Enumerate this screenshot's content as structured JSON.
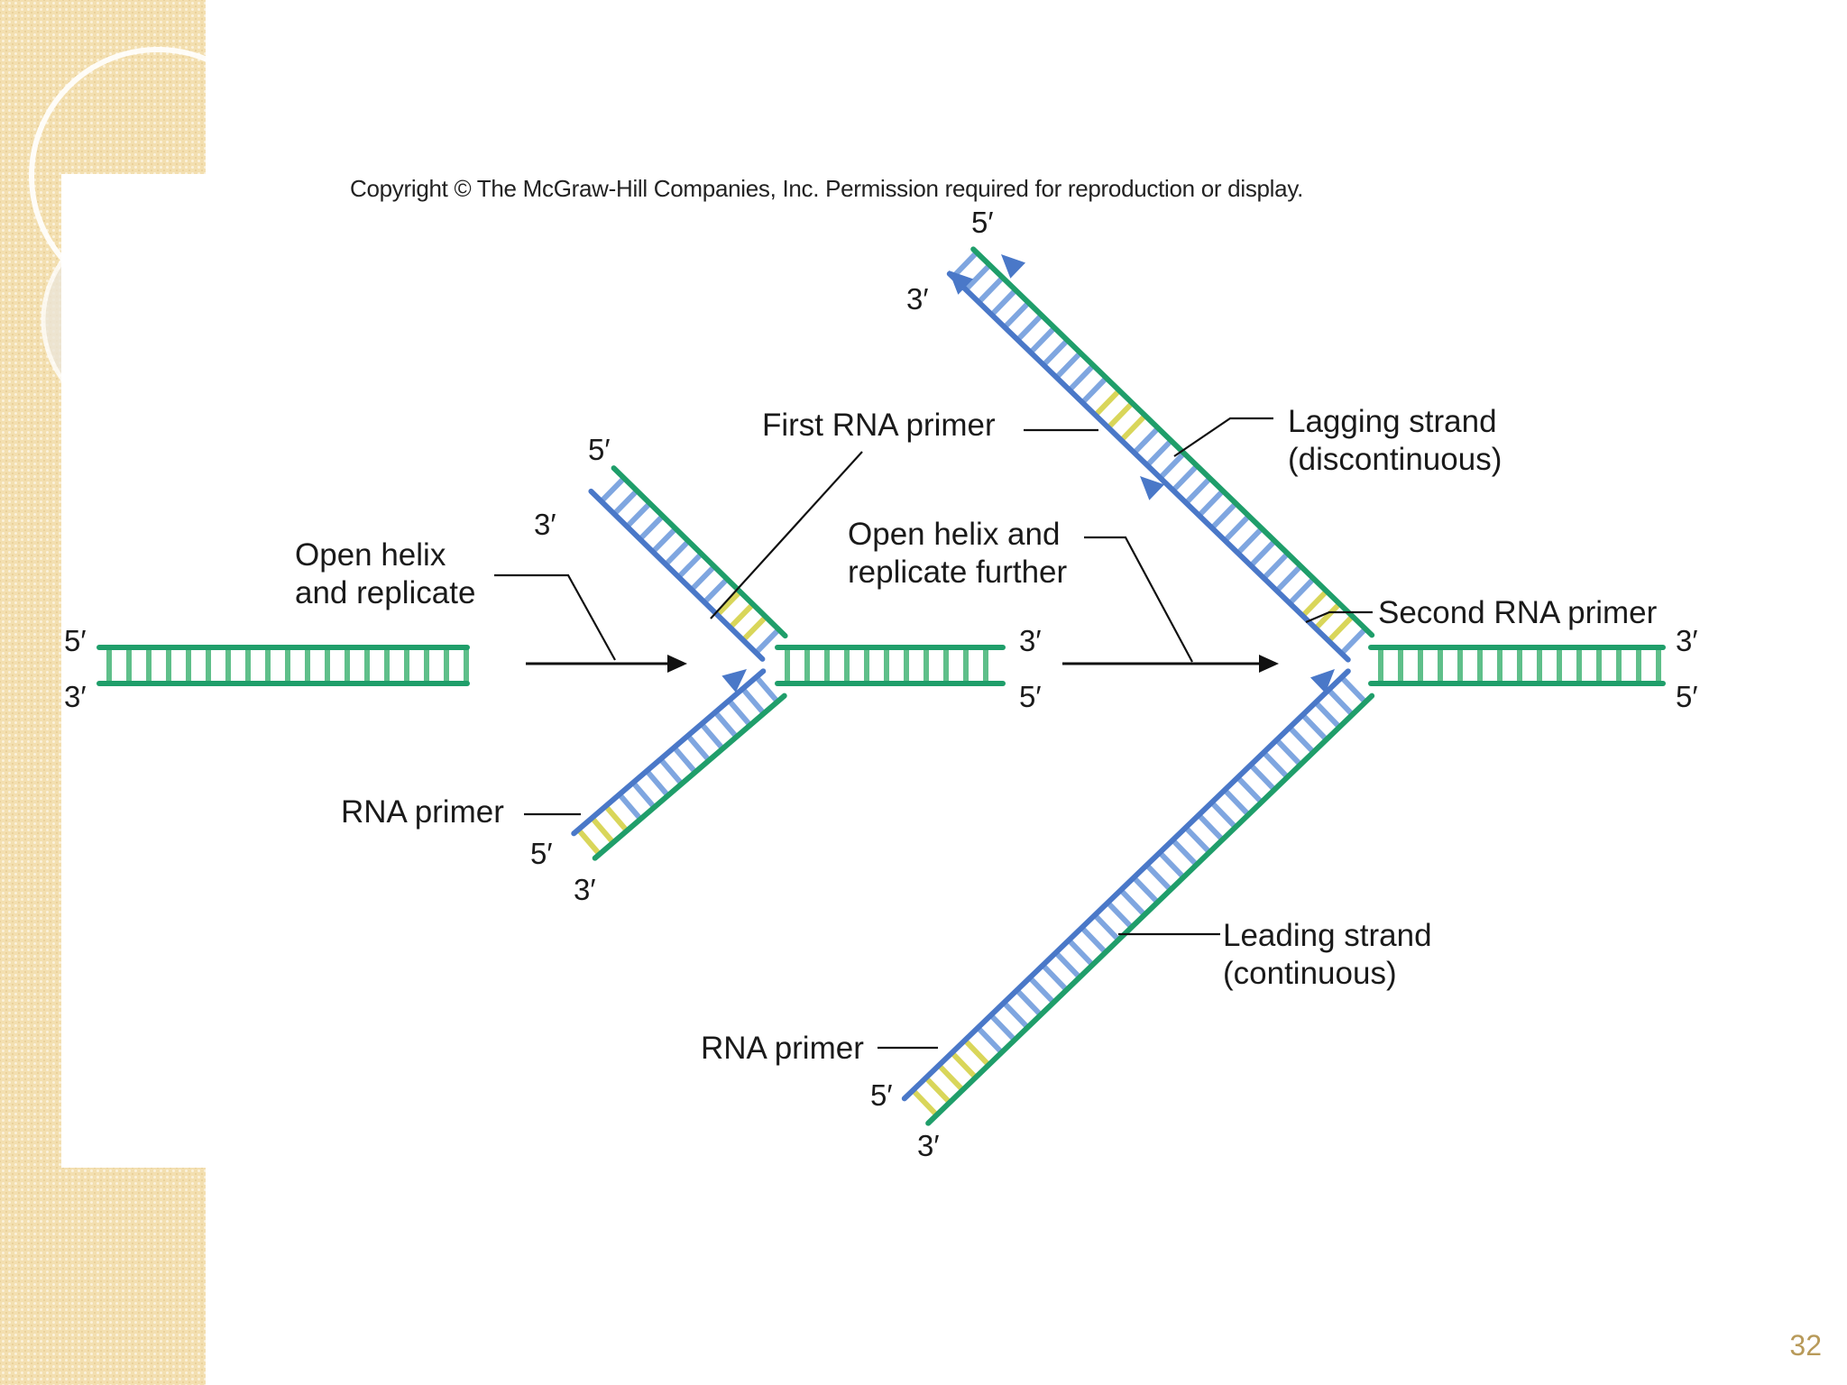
{
  "slide": {
    "copyright": "Copyright © The McGraw-Hill Companies, Inc. Permission required for reproduction or display.",
    "page_number": "32"
  },
  "colors": {
    "backbone": "#1f9e6a",
    "rungs": "#5fbf8a",
    "new_strand": "#4a78c8",
    "new_rungs": "#7fa6e0",
    "primer": "#d9d65a",
    "background_strip": "#f3dfb0"
  },
  "diagram": {
    "stage1": {
      "end_left_top": "5′",
      "end_left_bottom": "3′"
    },
    "arrow1_label": [
      "Open helix",
      "and replicate"
    ],
    "stage2": {
      "upper_5": "5′",
      "upper_3": "3′",
      "first_rna_primer": "First RNA primer",
      "rna_primer": "RNA primer",
      "lower_5": "5′",
      "lower_3": "3′",
      "right_3": "3′",
      "right_5": "5′"
    },
    "arrow2_label": [
      "Open helix and",
      "replicate further"
    ],
    "stage3": {
      "upper_5": "5′",
      "upper_3": "3′",
      "lagging_strand": [
        "Lagging strand",
        "(discontinuous)"
      ],
      "second_rna_primer": "Second RNA primer",
      "right_3": "3′",
      "right_5": "5′",
      "leading_strand": [
        "Leading strand",
        "(continuous)"
      ],
      "rna_primer": "RNA primer",
      "lower_5": "5′",
      "lower_3": "3′"
    }
  }
}
